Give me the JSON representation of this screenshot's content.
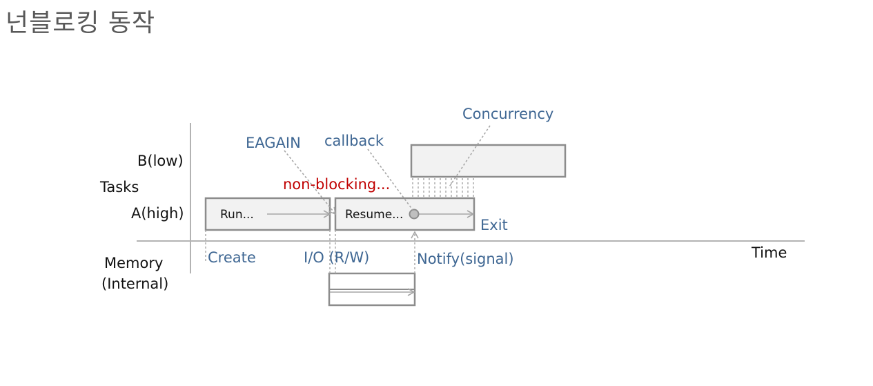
{
  "title": "넌블로킹 동작",
  "diagram": {
    "y_axis": {
      "tasks_label": "Tasks",
      "task_b_label": "B(low)",
      "task_a_label": "A(high)",
      "memory_label_line1": "Memory",
      "memory_label_line2": "(Internal)"
    },
    "x_axis": {
      "time_label": "Time"
    },
    "boxes": {
      "run_label": "Run...",
      "resume_label": "Resume..."
    },
    "events": {
      "create": "Create",
      "io": "I/O (R/W)",
      "notify": "Notify(signal)",
      "exit": "Exit",
      "eagain": "EAGAIN",
      "callback": "callback",
      "non_blocking": "non-blocking...",
      "concurrency": "Concurrency"
    },
    "colors": {
      "annotation_blue": "#3f6793",
      "non_blocking_red": "#c00000",
      "box_fill": "#f2f2f2",
      "box_stroke": "#8c8c8c",
      "axis_gray": "#b3b3b3"
    }
  }
}
